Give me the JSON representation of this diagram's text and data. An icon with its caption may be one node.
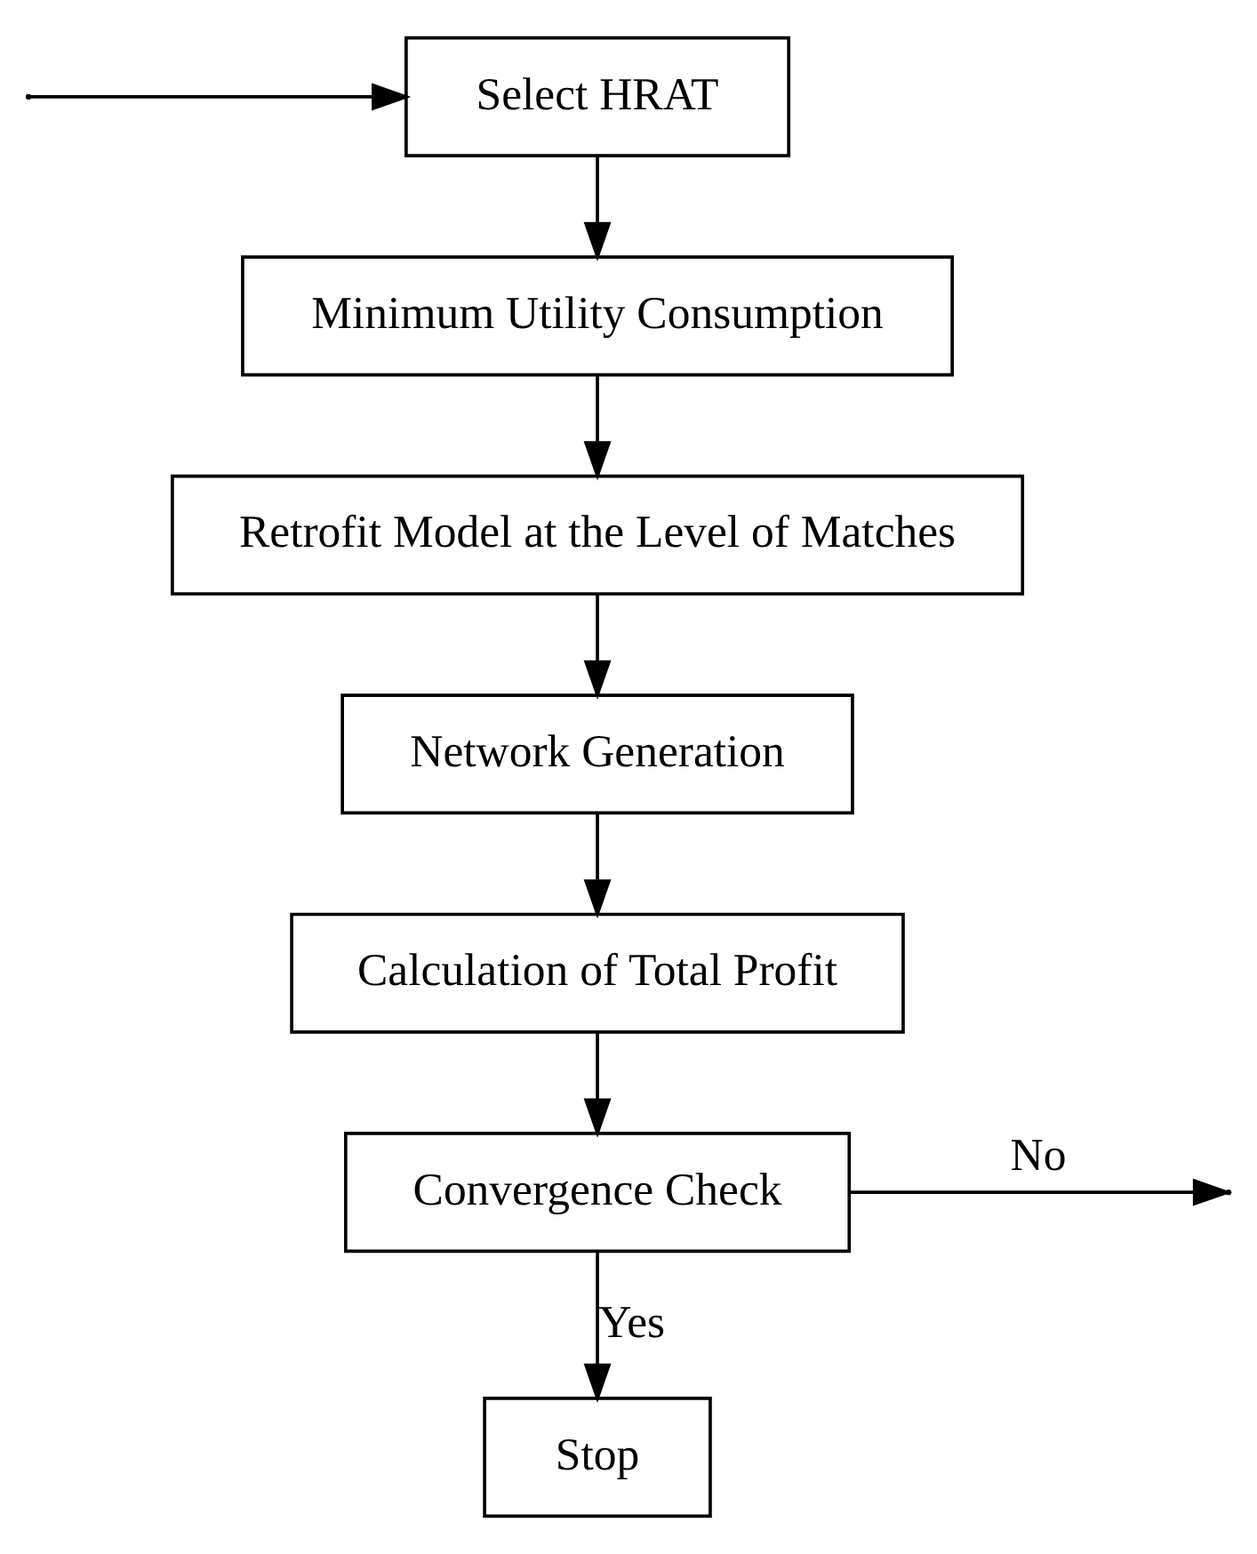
{
  "diagram": {
    "nodes": [
      {
        "text": [
          "Select HRAT"
        ]
      },
      {
        "text": [
          "Minimum Utility Consumption"
        ]
      },
      {
        "text": [
          "Retrofit Model at the Level of Matches"
        ]
      },
      {
        "text": [
          "Network Generation"
        ]
      },
      {
        "text": [
          "Calculation of Total Profit"
        ]
      },
      {
        "text": [
          "Convergence Check"
        ]
      },
      {
        "text": [
          "Stop"
        ]
      }
    ],
    "edges": [
      {
        "from": 0,
        "to": 1,
        "arrow": "to"
      },
      {
        "from": 1,
        "to": 2,
        "arrow": "to"
      },
      {
        "from": 2,
        "to": 3,
        "arrow": "to"
      },
      {
        "from": 3,
        "to": 4,
        "arrow": "to"
      },
      {
        "from": 4,
        "to": 5,
        "arrow": "to"
      },
      {
        "from": 5,
        "to": 6,
        "label": "Yes",
        "arrow": "to"
      },
      {
        "from": 5,
        "to": null,
        "label": "No",
        "arrow": "to"
      },
      {
        "from": null,
        "to": 0,
        "arrow": "to"
      }
    ]
  }
}
